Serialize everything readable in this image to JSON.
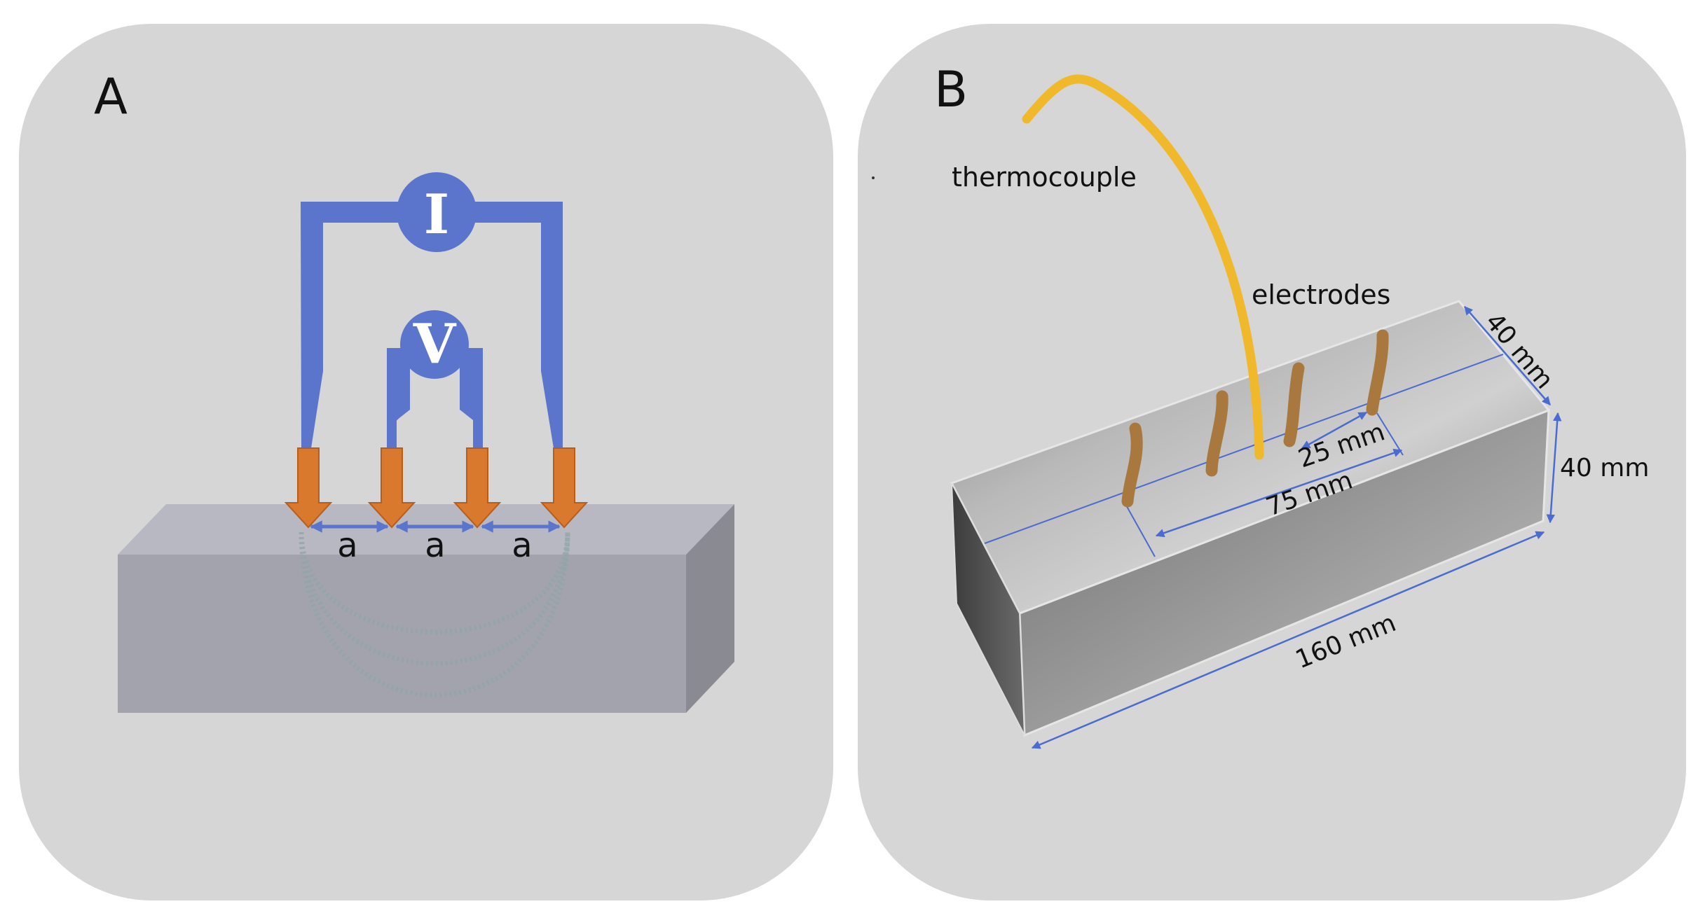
{
  "panel_a": {
    "letter": "A",
    "current_meter": "I",
    "voltage_meter": "V",
    "spacing_labels": [
      "a",
      "a",
      "a"
    ]
  },
  "panel_b": {
    "letter": "B",
    "thermocouple_label": "thermocouple",
    "electrodes_label": "electrodes",
    "dimensions": {
      "width": "40 mm",
      "height": "40 mm",
      "length": "160 mm",
      "outer_electrode_spacing": "75 mm",
      "electrode_spacing": "25 mm"
    }
  },
  "colors": {
    "panel_bg": "#d6d6d6",
    "circuit_blue": "#5b75cd",
    "electrode_orange": "#d9792e",
    "thermocouple_yellow": "#f0b92b",
    "electrode_brown": "#a8783f",
    "dimension_line": "#4a6bd0"
  }
}
